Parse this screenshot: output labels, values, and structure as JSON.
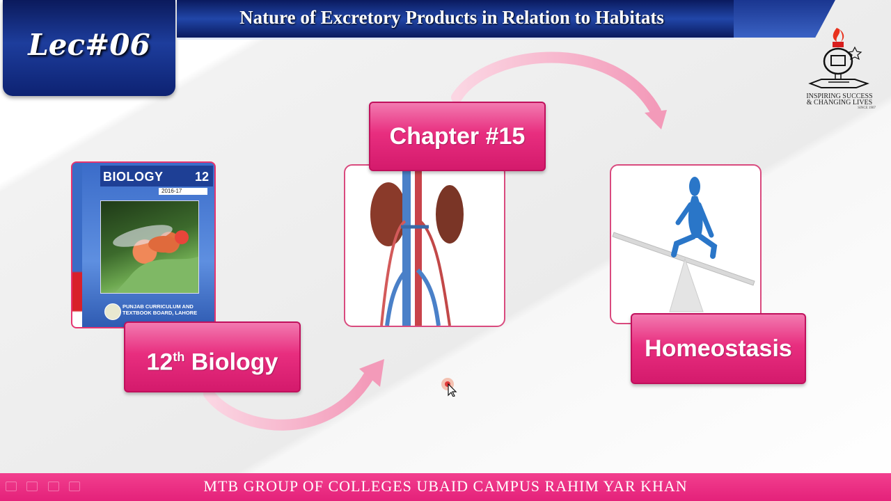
{
  "lecture": {
    "label": "Lec#06"
  },
  "header": {
    "title": "Nature of Excretory Products in Relation to Habitats"
  },
  "logo": {
    "motto_line1": "INSPIRING SUCCESS",
    "motto_line2": "& CHANGING LIVES",
    "since": "SINCE 1907"
  },
  "book": {
    "title": "BIOLOGY",
    "grade": "12",
    "year": "2016-17",
    "board_line1": "PUNJAB CURRICULUM AND",
    "board_line2": "TEXTBOOK BOARD, LAHORE"
  },
  "steps": {
    "biology": {
      "label_main": "12",
      "label_sup": "th",
      "label_rest": " Biology"
    },
    "chapter": {
      "label": "Chapter #15"
    },
    "homeostasis": {
      "label": "Homeostasis"
    }
  },
  "footer": {
    "text": "MTB GROUP OF COLLEGES UBAID CAMPUS RAHIM YAR  KHAN"
  },
  "colors": {
    "navy": "#0b1a5c",
    "pink": "#e82e7f",
    "arrow_pink": "#f6b4cc"
  },
  "icons": [
    "fly-photo",
    "kidney-illustration",
    "seesaw-figure",
    "college-logo",
    "mouse-cursor"
  ]
}
